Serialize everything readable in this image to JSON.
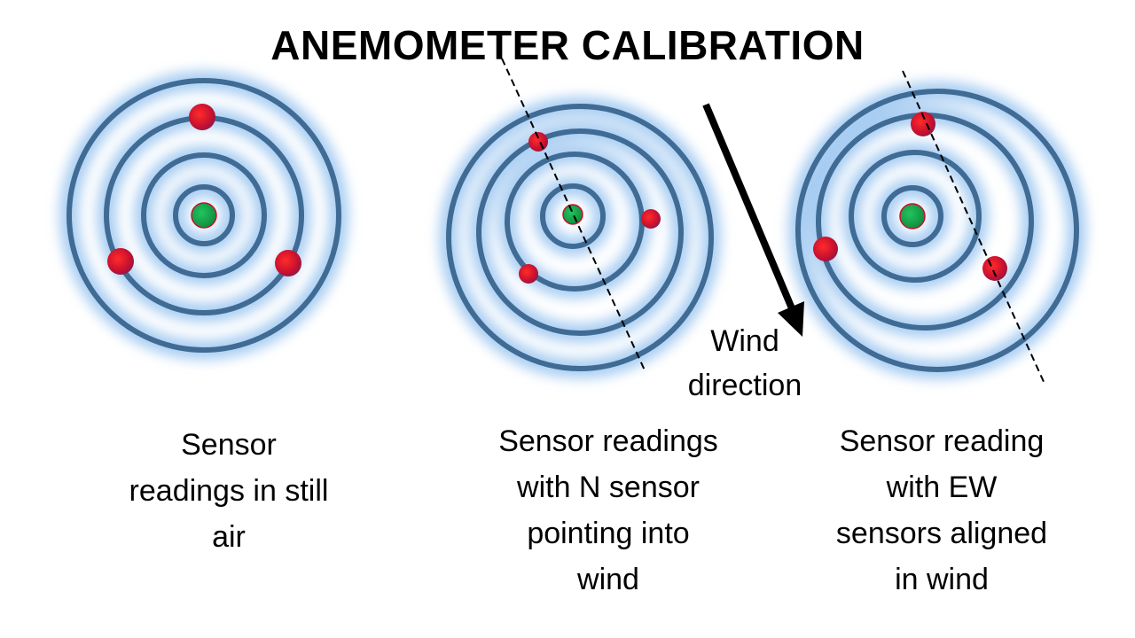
{
  "title": "ANEMOMETER CALIBRATION",
  "colors": {
    "ring": "#3f6b94",
    "glow": "#9fc6ee",
    "center_sensor": "#1aa54f",
    "outer_sensor": "#c8102e",
    "arrow": "#000000",
    "dashed_line": "#000000"
  },
  "wind": {
    "label_line1": "Wind",
    "label_line2": "direction"
  },
  "panels": [
    {
      "id": "still-air",
      "caption_lines": [
        "Sensor",
        "readings in still",
        "air"
      ]
    },
    {
      "id": "n-into-wind",
      "caption_lines": [
        "Sensor readings",
        "with N sensor",
        "pointing into",
        "wind"
      ]
    },
    {
      "id": "ew-aligned",
      "caption_lines": [
        "Sensor reading",
        "with EW",
        "sensors aligned",
        "in wind"
      ]
    }
  ]
}
